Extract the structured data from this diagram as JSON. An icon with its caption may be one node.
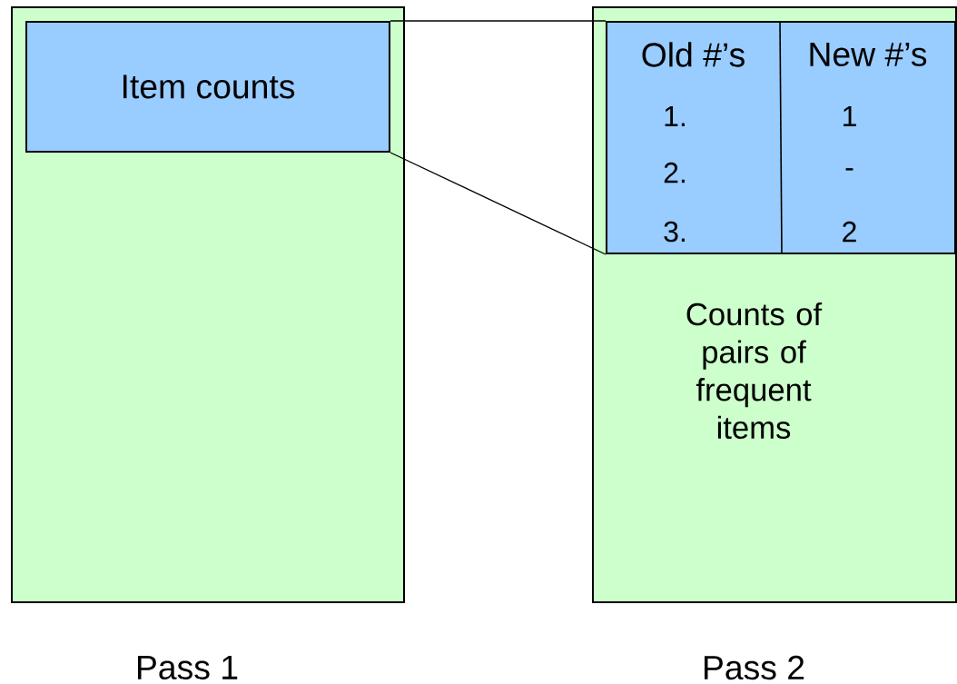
{
  "diagram": {
    "nodes": [
      {
        "text": [
          "Pass 1"
        ]
      },
      {
        "text": [
          "Item counts"
        ],
        "in": 0
      },
      {
        "text": [
          "Counts of pairs of frequent items",
          "Pass 2"
        ]
      },
      {
        "text": [
          "Old #’s",
          "New #’s",
          "1.",
          "1",
          "2.",
          "-",
          "3.",
          "2"
        ],
        "in": 2
      }
    ],
    "edges": [
      {
        "from": 1,
        "to": 3,
        "arrow": "none"
      },
      {
        "from": 1,
        "to": 3,
        "arrow": "none"
      }
    ]
  }
}
